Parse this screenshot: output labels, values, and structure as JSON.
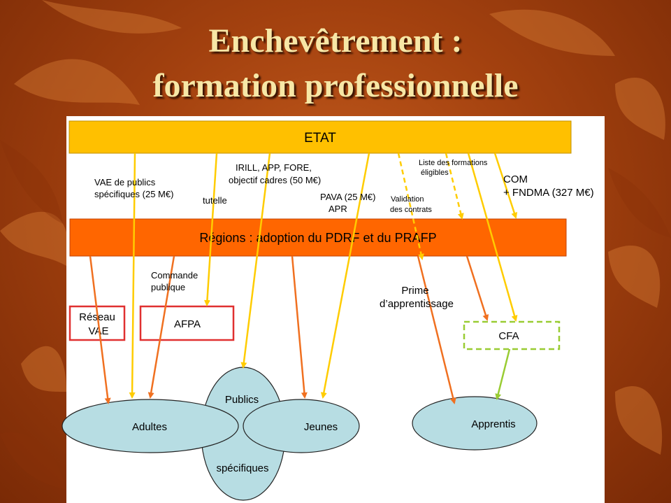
{
  "slide": {
    "title_line1": "Enchevêtrement :",
    "title_line2": "formation professionnelle"
  },
  "diagram": {
    "etat": "ETAT",
    "regions": "Régions : adoption du PDRF et du PRAFP",
    "reseau_vae_1": "Réseau",
    "reseau_vae_2": "VAE",
    "afpa": "AFPA",
    "cfa": "CFA",
    "publics": "Publics",
    "specifiques": "spécifiques",
    "adultes": "Adultes",
    "jeunes": "Jeunes",
    "apprentis": "Apprentis",
    "lbl_vae_1": "VAE de publics",
    "lbl_vae_2": "spécifiques (25 M€)",
    "lbl_tutelle": "tutelle",
    "lbl_irill_1": "IRILL, APP, FORE,",
    "lbl_irill_2": "objectif cadres (50 M€)",
    "lbl_pava_1": "PAVA (25 M€)",
    "lbl_pava_2": "APR",
    "lbl_valid_1": "Validation",
    "lbl_valid_2": "des contrats",
    "lbl_liste_1": "Liste des formations",
    "lbl_liste_2": "éligibles",
    "lbl_com_1": "COM",
    "lbl_com_2": "+ FNDMA (327 M€)",
    "lbl_commande_1": "Commande",
    "lbl_commande_2": "publique",
    "lbl_prime_1": "Prime",
    "lbl_prime_2": "d’apprentissage"
  },
  "colors": {
    "etat_fill": "#ffc000",
    "regions_fill": "#ff6600",
    "yellow_arrow": "#ffcc00",
    "orange_arrow": "#f07020",
    "green_arrow": "#99cc33",
    "red_box": "#e03030",
    "ellipse_fill": "#b7dde3"
  }
}
